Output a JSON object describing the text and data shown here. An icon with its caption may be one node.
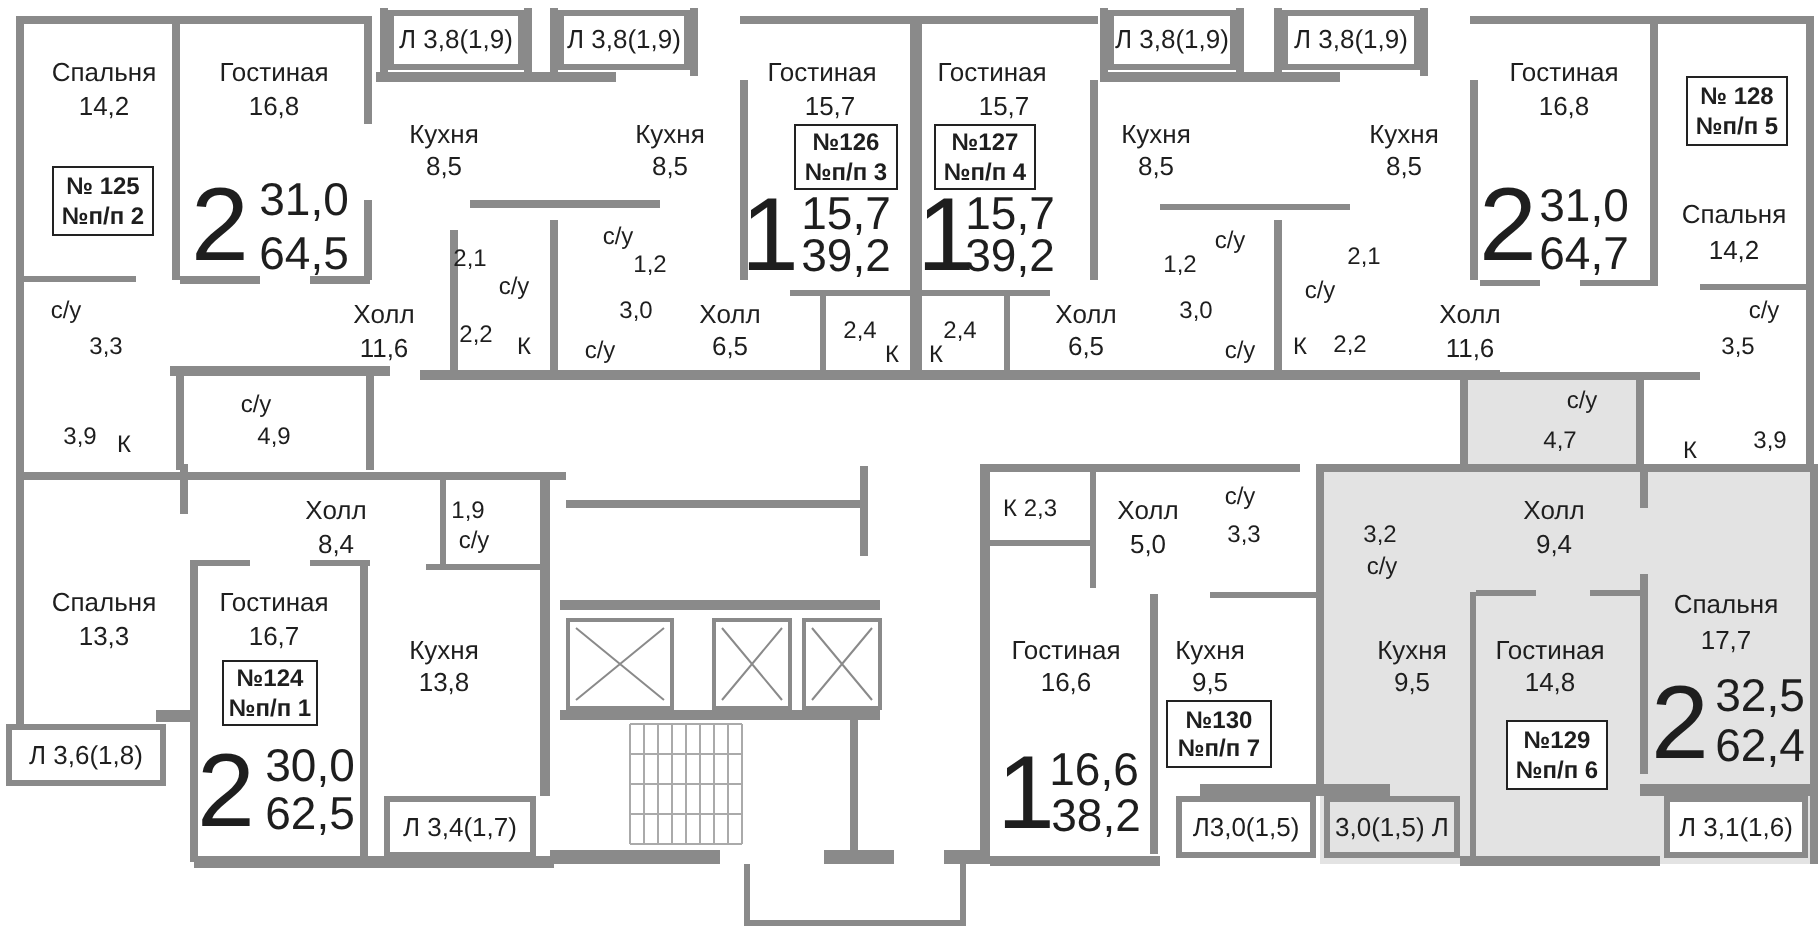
{
  "diagram": {
    "nodes": [
      {
        "text": [
          "Л 3,8(1,9)"
        ]
      },
      {
        "text": [
          "Л 3,8(1,9)"
        ]
      },
      {
        "text": [
          "Л 3,8(1,9)"
        ]
      },
      {
        "text": [
          "Л 3,8(1,9)"
        ]
      },
      {
        "text": [
          "№ 128",
          "№п/п 5"
        ]
      },
      {
        "text": [
          "№126",
          "№п/п 3"
        ]
      },
      {
        "text": [
          "№127",
          "№п/п 4"
        ]
      },
      {
        "text": [
          "№ 125",
          "№п/п 2"
        ]
      },
      {
        "text": [
          "№124",
          "№п/п 1"
        ]
      },
      {
        "text": [
          "№130",
          "№п/п 7"
        ]
      },
      {
        "text": [
          "№129",
          "№п/п 6"
        ]
      },
      {
        "text": [
          "Л 3,6(1,8)"
        ]
      },
      {
        "text": [
          "Л 3,4(1,7)"
        ]
      },
      {
        "text": [
          "Л3,0(1,5)"
        ]
      },
      {
        "text": [
          "3,0(1,5) Л"
        ]
      },
      {
        "text": [
          "Л 3,1(1,6)"
        ]
      }
    ],
    "labels": [
      "Спальня",
      "Гостиная",
      "Гостиная",
      "Гостиная",
      "Гостиная",
      "14,2",
      "16,8",
      "15,7",
      "15,7",
      "16,8",
      "Кухня",
      "Кухня",
      "Кухня",
      "Кухня",
      "8,5",
      "8,5",
      "8,5",
      "8,5",
      "2",
      "31,0",
      "64,5",
      "1",
      "15,7",
      "39,2",
      "1",
      "15,7",
      "39,2",
      "2",
      "31,0",
      "64,7",
      "Спальня",
      "2,1",
      "с/у",
      "1,2",
      "1,2",
      "с/у",
      "2,1",
      "14,2",
      "с/у",
      "с/у",
      "с/у",
      "Холл",
      "3,0",
      "Холл",
      "Холл",
      "3,0",
      "Холл",
      "с/у",
      "3,3",
      "11,6",
      "2,2",
      "К",
      "с/у",
      "6,5",
      "2,4",
      "К",
      "К",
      "2,4",
      "6,5",
      "с/у",
      "К",
      "2,2",
      "11,6",
      "3,5",
      "с/у",
      "с/у",
      "3,9",
      "К",
      "4,9",
      "4,7",
      "К",
      "3,9",
      "Холл",
      "1,9",
      "К 2,3",
      "Холл",
      "с/у",
      "Холл",
      "8,4",
      "с/у",
      "5,0",
      "3,3",
      "3,2",
      "9,4",
      "с/у",
      "Спальня",
      "Гостиная",
      "Спальня",
      "13,3",
      "16,7",
      "17,7",
      "Кухня",
      "Гостиная",
      "Кухня",
      "Кухня",
      "Гостиная",
      "13,8",
      "16,6",
      "9,5",
      "9,5",
      "14,8",
      "2",
      "30,0",
      "62,5",
      "1",
      "16,6",
      "38,2",
      "2",
      "32,5",
      "62,4"
    ]
  }
}
